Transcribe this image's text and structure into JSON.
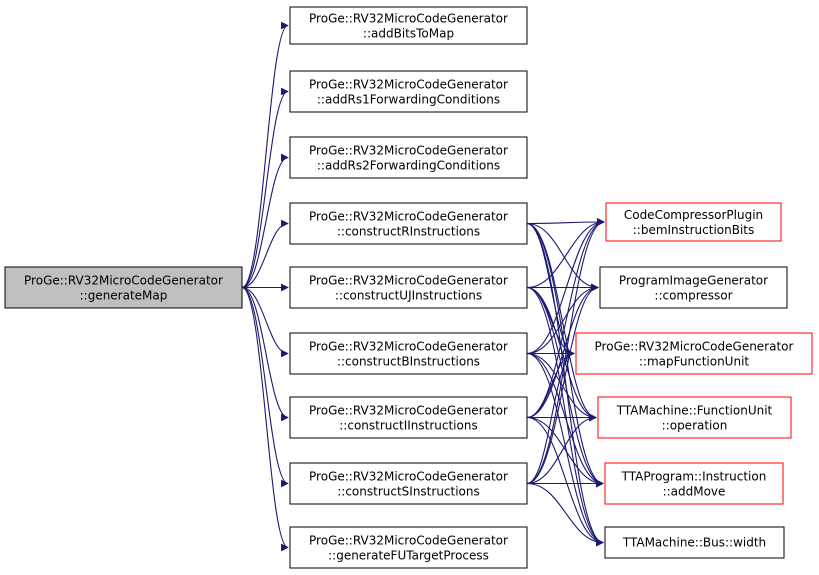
{
  "colors": {
    "edge": "#191970",
    "node_border": "#000000",
    "node_border_red": "#ff0000",
    "root_fill": "#bfbfbf",
    "node_fill": "#ffffff"
  },
  "nodes": {
    "generateMap": {
      "line1": "ProGe::RV32MicroCodeGenerator",
      "line2": "::generateMap"
    },
    "addBitsToMap": {
      "line1": "ProGe::RV32MicroCodeGenerator",
      "line2": "::addBitsToMap"
    },
    "addRs1": {
      "line1": "ProGe::RV32MicroCodeGenerator",
      "line2": "::addRs1ForwardingConditions"
    },
    "addRs2": {
      "line1": "ProGe::RV32MicroCodeGenerator",
      "line2": "::addRs2ForwardingConditions"
    },
    "constructR": {
      "line1": "ProGe::RV32MicroCodeGenerator",
      "line2": "::constructRInstructions"
    },
    "constructUJ": {
      "line1": "ProGe::RV32MicroCodeGenerator",
      "line2": "::constructUJInstructions"
    },
    "constructB": {
      "line1": "ProGe::RV32MicroCodeGenerator",
      "line2": "::constructBInstructions"
    },
    "constructI": {
      "line1": "ProGe::RV32MicroCodeGenerator",
      "line2": "::constructIInstructions"
    },
    "constructS": {
      "line1": "ProGe::RV32MicroCodeGenerator",
      "line2": "::constructSInstructions"
    },
    "generateFU": {
      "line1": "ProGe::RV32MicroCodeGenerator",
      "line2": "::generateFUTargetProcess"
    },
    "bem": {
      "line1": "CodeCompressorPlugin",
      "line2": "::bemInstructionBits"
    },
    "compressor": {
      "line1": "ProgramImageGenerator",
      "line2": "::compressor"
    },
    "mapFU": {
      "line1": "ProGe::RV32MicroCodeGenerator",
      "line2": "::mapFunctionUnit"
    },
    "operation": {
      "line1": "TTAMachine::FunctionUnit",
      "line2": "::operation"
    },
    "addMove": {
      "line1": "TTAProgram::Instruction",
      "line2": "::addMove"
    },
    "width": {
      "line1": "TTAMachine::Bus::width",
      "line2": ""
    }
  }
}
